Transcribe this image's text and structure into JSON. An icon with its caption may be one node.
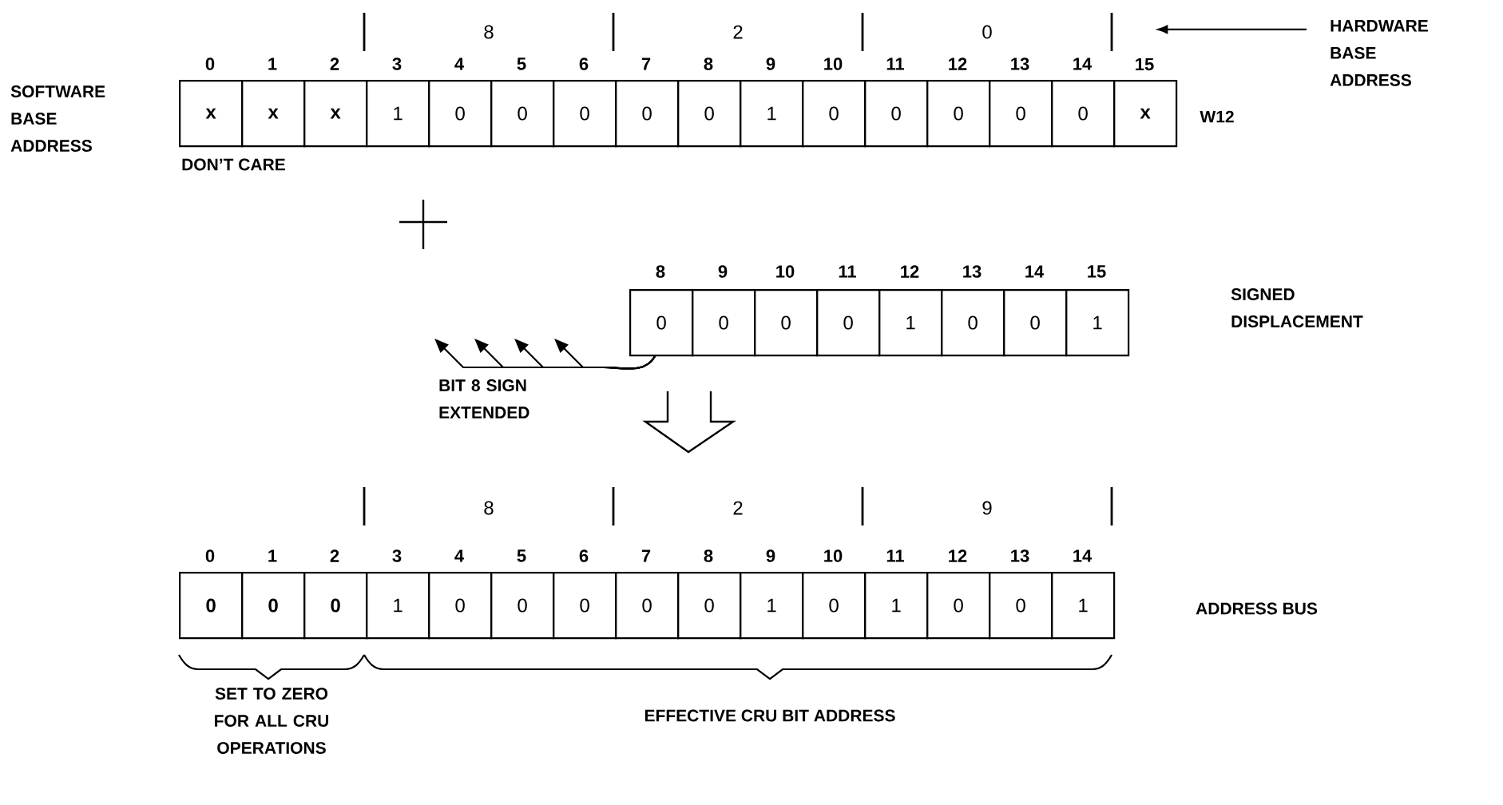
{
  "diagram": {
    "nodes": [
      {
        "text": [
          "HARDWARE BASE ADDRESS"
        ]
      },
      {
        "text": [
          "x"
        ]
      },
      {
        "text": [
          "x"
        ]
      },
      {
        "text": [
          "x"
        ]
      },
      {
        "text": [
          "1"
        ]
      },
      {
        "text": [
          "0"
        ]
      },
      {
        "text": [
          "0"
        ]
      },
      {
        "text": [
          "0"
        ]
      },
      {
        "text": [
          "0"
        ]
      },
      {
        "text": [
          "0"
        ]
      },
      {
        "text": [
          "1"
        ]
      },
      {
        "text": [
          "0"
        ]
      },
      {
        "text": [
          "0"
        ]
      },
      {
        "text": [
          "0"
        ]
      },
      {
        "text": [
          "0"
        ]
      },
      {
        "text": [
          "0"
        ]
      },
      {
        "text": [
          "x"
        ]
      },
      {
        "text": [
          "0"
        ]
      },
      {
        "text": [
          "0"
        ]
      },
      {
        "text": [
          "0"
        ]
      },
      {
        "text": [
          "0"
        ]
      },
      {
        "text": [
          "1"
        ]
      },
      {
        "text": [
          "0"
        ]
      },
      {
        "text": [
          "0"
        ]
      },
      {
        "text": [
          "1"
        ]
      },
      {
        "text": [
          "0"
        ]
      },
      {
        "text": [
          "0"
        ]
      },
      {
        "text": [
          "0"
        ]
      },
      {
        "text": [
          "1"
        ]
      },
      {
        "text": [
          "0"
        ]
      },
      {
        "text": [
          "0"
        ]
      },
      {
        "text": [
          "0"
        ]
      },
      {
        "text": [
          "0"
        ]
      },
      {
        "text": [
          "0"
        ]
      },
      {
        "text": [
          "1"
        ]
      },
      {
        "text": [
          "0"
        ]
      },
      {
        "text": [
          "1"
        ]
      },
      {
        "text": [
          "0"
        ]
      },
      {
        "text": [
          "0"
        ]
      },
      {
        "text": [
          "1"
        ]
      },
      {
        "text": [
          "15"
        ]
      }
    ],
    "edges": [
      {
        "from": 0,
        "to": 40,
        "arrow": "to"
      },
      {
        "from": 17,
        "to": null,
        "arrow": "to"
      },
      {
        "from": 17,
        "to": null,
        "arrow": "to"
      },
      {
        "from": 17,
        "to": null,
        "arrow": "to"
      },
      {
        "from": 17,
        "to": null,
        "arrow": "to"
      }
    ],
    "labels": [
      "8",
      "2",
      "0",
      "0",
      "1",
      "2",
      "3",
      "4",
      "5",
      "6",
      "7",
      "8",
      "9",
      "10",
      "11",
      "12",
      "13",
      "14",
      "SOFTWARE BASE ADDRESS",
      "W12",
      "DON’T CARE",
      "8",
      "9",
      "10",
      "11",
      "12",
      "13",
      "14",
      "15",
      "SIGNED DISPLACEMENT",
      "BIT 8 SIGN EXTENDED",
      "8",
      "2",
      "9",
      "0",
      "1",
      "2",
      "3",
      "4",
      "5",
      "6",
      "7",
      "8",
      "9",
      "10",
      "11",
      "12",
      "13",
      "14",
      "ADDRESS BUS",
      "SET TO ZERO FOR ALL CRU OPERATIONS",
      "EFFECTIVE CRU BIT ADDRESS"
    ]
  }
}
